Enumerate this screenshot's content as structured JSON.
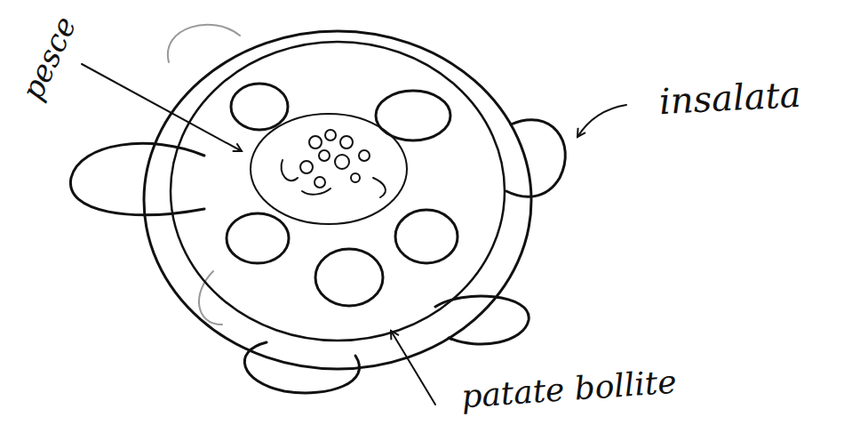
{
  "diagram": {
    "labels": [
      "pesce",
      "insalata",
      "patate bollite"
    ]
  }
}
